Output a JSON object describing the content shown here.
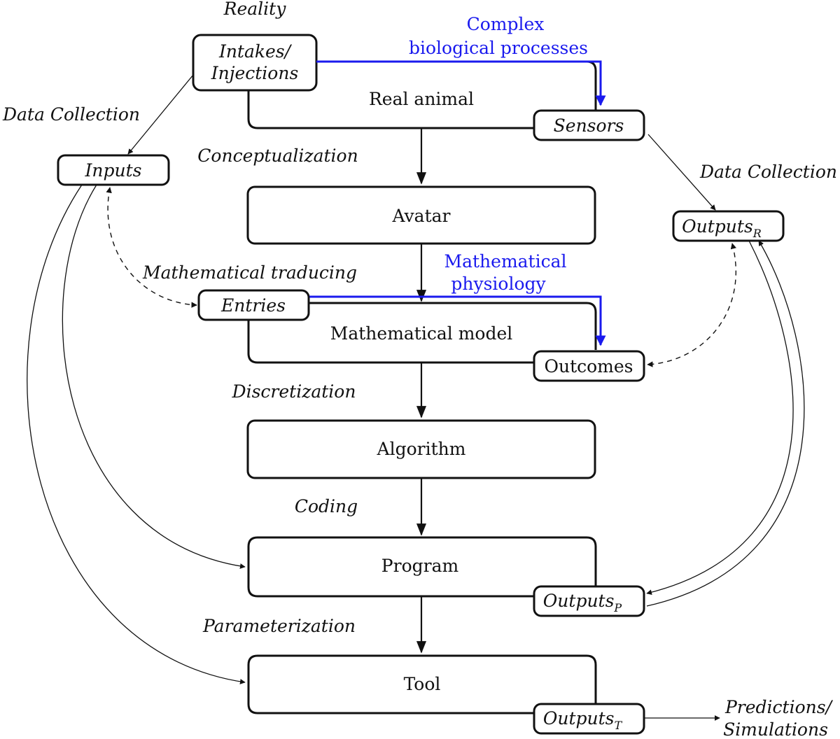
{
  "labels": {
    "reality": "Reality",
    "intakes_line1": "Intakes/",
    "intakes_line2": "Injections",
    "complex_line1": "Complex",
    "complex_line2": "biological processes",
    "real_animal": "Real animal",
    "sensors": "Sensors",
    "data_collection_left": "Data Collection",
    "data_collection_right": "Data Collection",
    "inputs": "Inputs",
    "conceptualization": "Conceptualization",
    "avatar": "Avatar",
    "outputs_r": "Outputs",
    "outputs_r_sub": "R",
    "math_physiology_line1": "Mathematical",
    "math_physiology_line2": "physiology",
    "math_traducing": "Mathematical traducing",
    "entries": "Entries",
    "math_model": "Mathematical model",
    "outcomes": "Outcomes",
    "discretization": "Discretization",
    "algorithm": "Algorithm",
    "coding": "Coding",
    "program": "Program",
    "outputs_p": "Outputs",
    "outputs_p_sub": "P",
    "parameterization": "Parameterization",
    "tool": "Tool",
    "outputs_t": "Outputs",
    "outputs_t_sub": "T",
    "predictions_line1": "Predictions/",
    "predictions_line2": "Simulations"
  }
}
